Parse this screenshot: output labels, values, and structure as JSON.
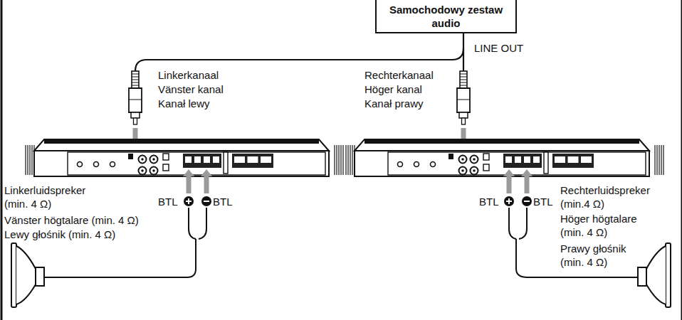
{
  "diagram": {
    "nodes": [
      {
        "text": [
          "Samochodowy zestaw audio"
        ]
      }
    ],
    "edges": [],
    "labels": [
      "LINE OUT",
      "Linkerkanaal",
      "Vänster kanal",
      "Kanał lewy",
      "Rechterkanaal",
      "Höger kanal",
      "Kanał prawy",
      "BTL",
      "BTL",
      "BTL",
      "BTL",
      "Linkerluidspreker (min. 4 Ω)",
      "Vänster högtalare (min. 4 Ω)",
      "Lewy głośnik (min. 4 Ω)",
      "Rechterluidspreker (min.4 Ω)",
      "Höger högtalare (min. 4 Ω)",
      "Prawy głośnik (min. 4 Ω)"
    ]
  }
}
